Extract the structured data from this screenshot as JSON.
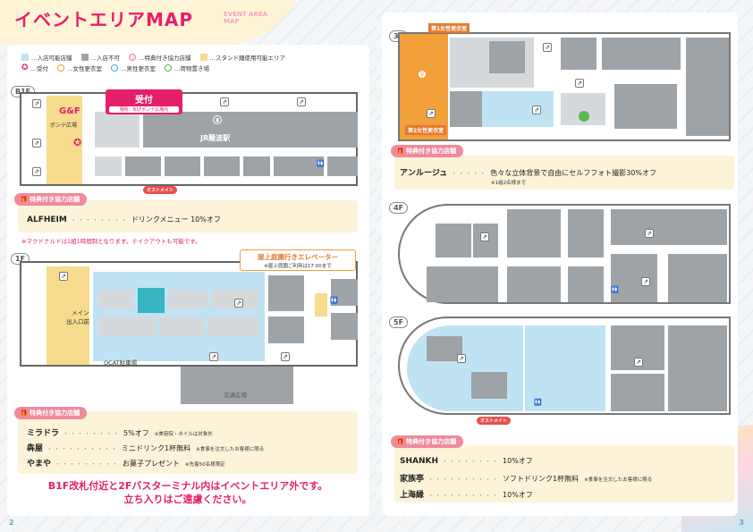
{
  "header": {
    "title": "イベントエリアMAP",
    "subtitle_line1": "EVENT AREA",
    "subtitle_line2": "MAP"
  },
  "legend": {
    "items_row1": [
      {
        "text": "…入店可能店舗",
        "icon": "blue-square"
      },
      {
        "text": "…入店不可",
        "icon": "gray-square"
      },
      {
        "text": "…特典付き協力店舗",
        "icon": "pink-gift-icon"
      },
      {
        "text": "…スタンド麺使用可能エリア",
        "icon": "yellow-square"
      }
    ],
    "items_row2": [
      {
        "text": "…受付",
        "icon": "star-icon"
      },
      {
        "text": "…女性更衣室",
        "icon": "female-icon"
      },
      {
        "text": "…男性更衣室",
        "icon": "male-icon"
      },
      {
        "text": "…荷物置き場",
        "icon": "luggage-icon"
      }
    ]
  },
  "b1f": {
    "floor": "B1F",
    "reception_title": "受付",
    "reception_place": "場所：B1Fポンテ広場内",
    "ponte_label": "ポンテ広場",
    "station_label": "JR難波駅",
    "ostomate": "オストメイト"
  },
  "b1f_shops": {
    "heading": "特典付き協力店舗",
    "rows": [
      {
        "name": "ALFHEIM",
        "dots": "・・・・・・・・",
        "desc": "ドリンクメニュー 10%オフ",
        "note": ""
      }
    ],
    "notice": "※マクドナルドは1組1時間制となります。テイクアウトも可能です。"
  },
  "f1": {
    "floor": "1F",
    "elevator_title": "屋上庭園行きエレベーター",
    "elevator_note": "※屋上庭園ご利用は17:00まで",
    "main_entrance_1": "メイン",
    "main_entrance_2": "出入口前",
    "parking": "OCAT駐車場",
    "plaza": "交通広場"
  },
  "f1_shops": {
    "heading": "特典付き協力店舗",
    "rows": [
      {
        "name": "ミラドラ",
        "dots": "・・・・・・・・",
        "desc": "5%オフ",
        "note": "※美容院・ネイルは対象外"
      },
      {
        "name": "犇屋",
        "dots": "・・・・・・・・・・",
        "desc": "ミニドリンク1杯無料",
        "note": "※食事を注文したお客様に限る"
      },
      {
        "name": "やまや",
        "dots": "・・・・・・・・・",
        "desc": "お菓子プレゼント",
        "note": "※先着50名様限定"
      }
    ]
  },
  "warning": {
    "line1": "B1F改札付近と2Fバスターミナル内はイベントエリア外です。",
    "line2": "立ち入りはご遠慮ください。"
  },
  "f3": {
    "floor": "3F",
    "room1": "第1女性更衣室",
    "room2": "第2女性更衣室"
  },
  "f3_shops": {
    "heading": "特典付き協力店舗",
    "rows": [
      {
        "name": "アンルージュ",
        "dots": "・・・・・",
        "desc": "色々な立体背景で自由にセルフフォト撮影30%オフ",
        "note": "※1組2名様まで"
      }
    ]
  },
  "f4": {
    "floor": "4F"
  },
  "f5": {
    "floor": "5F",
    "ostomate": "オストメイト"
  },
  "f5_shops": {
    "heading": "特典付き協力店舗",
    "rows": [
      {
        "name": "SHANKH",
        "dots": "・・・・・・・・",
        "desc": "10%オフ",
        "note": ""
      },
      {
        "name": "家族亭",
        "dots": "・・・・・・・・・・",
        "desc": "ソフトドリンク1杯無料",
        "note": "※食事を注文したお客様に限る"
      },
      {
        "name": "上海縁",
        "dots": "・・・・・・・・・・",
        "desc": "10%オフ",
        "note": ""
      }
    ]
  },
  "page_numbers": {
    "left": "2",
    "right": "3"
  },
  "colors": {
    "accent": "#e4206a",
    "pill": "#f08a9c",
    "yellow": "#f6dc8c",
    "blue": "#bfe3f3",
    "orange": "#f2a03a"
  }
}
